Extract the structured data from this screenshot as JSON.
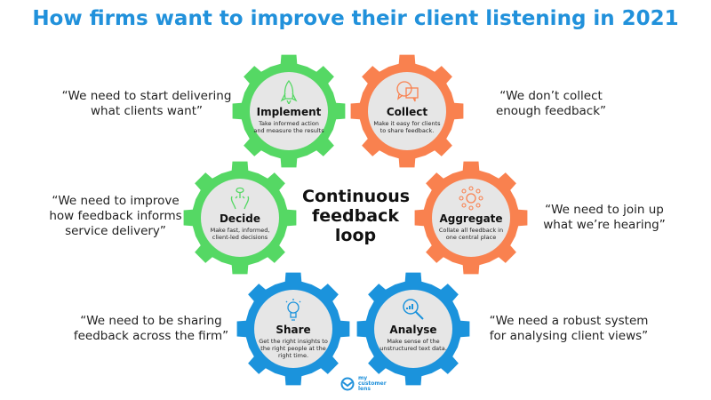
{
  "title": "How firms want to improve their client listening in 2021",
  "center": "Continuous\nfeedback\nloop",
  "colors": {
    "green": "#55d864",
    "orange": "#f9814f",
    "blue": "#1b93dc",
    "disc": "#e6e6e6"
  },
  "gears": [
    {
      "name": "implement",
      "title": "Implement",
      "desc": "Take informed action\nand measure the results",
      "color": "green",
      "icon": "rocket-icon",
      "quote": "“We need to start delivering\nwhat clients want”"
    },
    {
      "name": "collect",
      "title": "Collect",
      "desc": "Make it easy for clients\nto share feedback.",
      "color": "orange",
      "icon": "chat-bubbles-icon",
      "quote": "“We don’t collect\nenough feedback”"
    },
    {
      "name": "decide",
      "title": "Decide",
      "desc": "Make fast, informed,\nclient-led decisions",
      "color": "green",
      "icon": "decision-heads-icon",
      "quote": "“We need to improve\nhow feedback informs\nservice delivery”"
    },
    {
      "name": "aggregate",
      "title": "Aggregate",
      "desc": "Collate all feedback in\none central place",
      "color": "orange",
      "icon": "hub-network-icon",
      "quote": "“We need to join up\nwhat we’re hearing”"
    },
    {
      "name": "share",
      "title": "Share",
      "desc": "Get the right insights to\nthe right people at the\nright time.",
      "color": "blue",
      "icon": "lightbulb-icon",
      "quote": "“We need to be sharing\nfeedback across the firm”"
    },
    {
      "name": "analyse",
      "title": "Analyse",
      "desc": "Make sense of the\nunstructured text data.",
      "color": "blue",
      "icon": "magnifier-chart-icon",
      "quote": "“We need a robust system\nfor analysing client views”"
    }
  ],
  "logo": "my\ncustomer\nlens"
}
